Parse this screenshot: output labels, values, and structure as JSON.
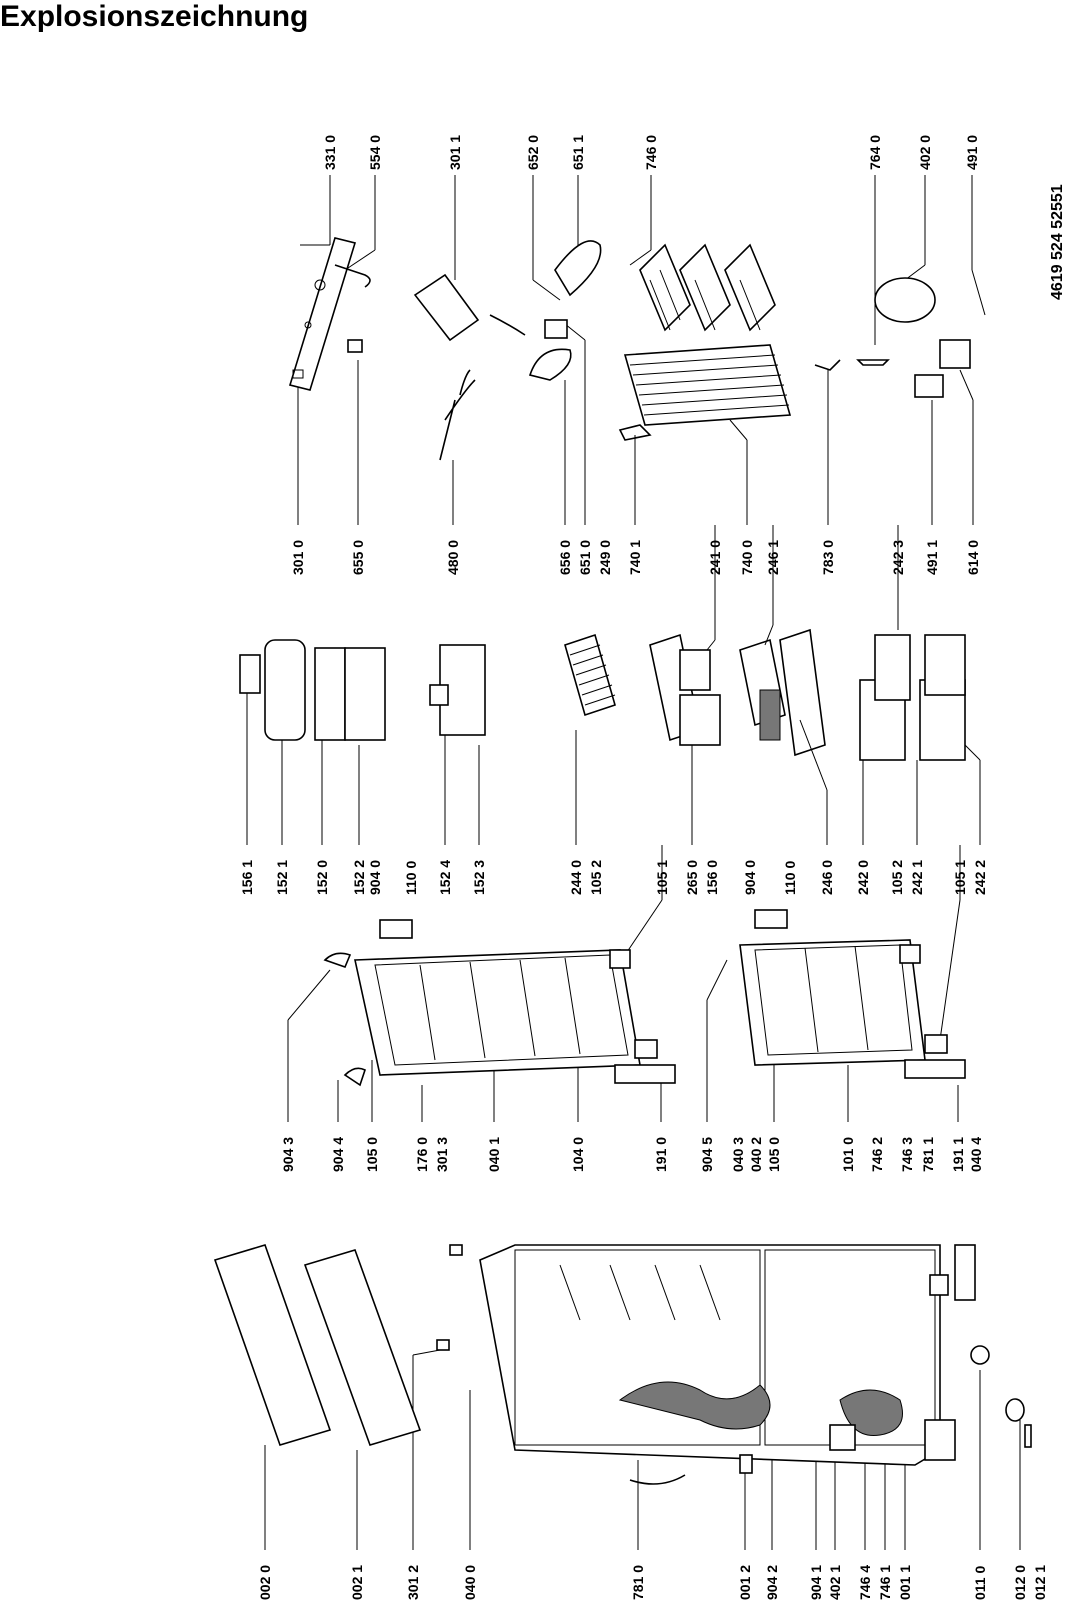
{
  "title": "Explosionszeichnung",
  "document_number": "4619 524 52551",
  "groups": {
    "cabinet_bottom": [
      "002 0",
      "002 1",
      "301 2",
      "040 0",
      "781 0",
      "001 2",
      "904 2",
      "904 1",
      "402 1",
      "746 4",
      "746 1",
      "001 1",
      "011 0",
      "012 0",
      "012 1"
    ],
    "doors": [
      "904 3",
      "904 4",
      "105 0",
      "176 0",
      "301 3",
      "040 1",
      "104 0",
      "191 0",
      "904 5",
      "040 3",
      "040 2",
      "105 0",
      "101 0",
      "746 2",
      "746 3",
      "781 1",
      "191 1",
      "040 4"
    ],
    "accessories": [
      "156 1",
      "152 1",
      "152 0",
      "152 2",
      "904 0",
      "110 0",
      "152 4",
      "152 3",
      "244 0",
      "105 2",
      "105 1",
      "265 0",
      "156 0",
      "904 0",
      "110 0",
      "246 0",
      "242 0",
      "105 2",
      "242 1",
      "105 1",
      "242 2"
    ],
    "cooling": [
      "301 0",
      "655 0",
      "480 0",
      "656 0",
      "651 0",
      "249 0",
      "740 1",
      "241 0",
      "740 0",
      "246 1",
      "783 0",
      "242 3",
      "491 1",
      "614 0"
    ],
    "top_row": [
      "331 0",
      "554 0",
      "301 1",
      "652 0",
      "651 1",
      "746 0",
      "764 0",
      "402 0",
      "491 0"
    ]
  }
}
